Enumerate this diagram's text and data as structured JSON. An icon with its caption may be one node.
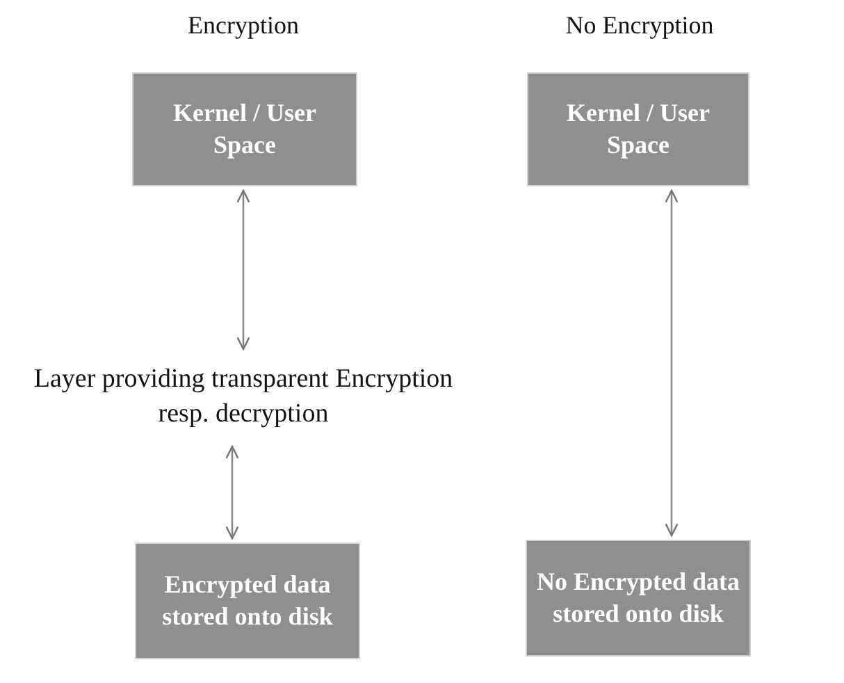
{
  "diagram": {
    "nodes": [
      {
        "text": [
          "Kernel / User Space"
        ]
      },
      {
        "text": [
          "Layer providing transparent Encryption resp. decryption"
        ]
      },
      {
        "text": [
          "Encrypted data stored onto disk"
        ]
      },
      {
        "text": [
          "Kernel / User Space"
        ]
      },
      {
        "text": [
          "No Encrypted data stored onto disk"
        ]
      }
    ],
    "edges": [
      {
        "from": 0,
        "to": 1,
        "arrow": "both"
      },
      {
        "from": 1,
        "to": 2,
        "arrow": "both"
      },
      {
        "from": 3,
        "to": 4,
        "arrow": "both"
      }
    ],
    "labels": [
      "Encryption",
      "No Encryption"
    ]
  }
}
